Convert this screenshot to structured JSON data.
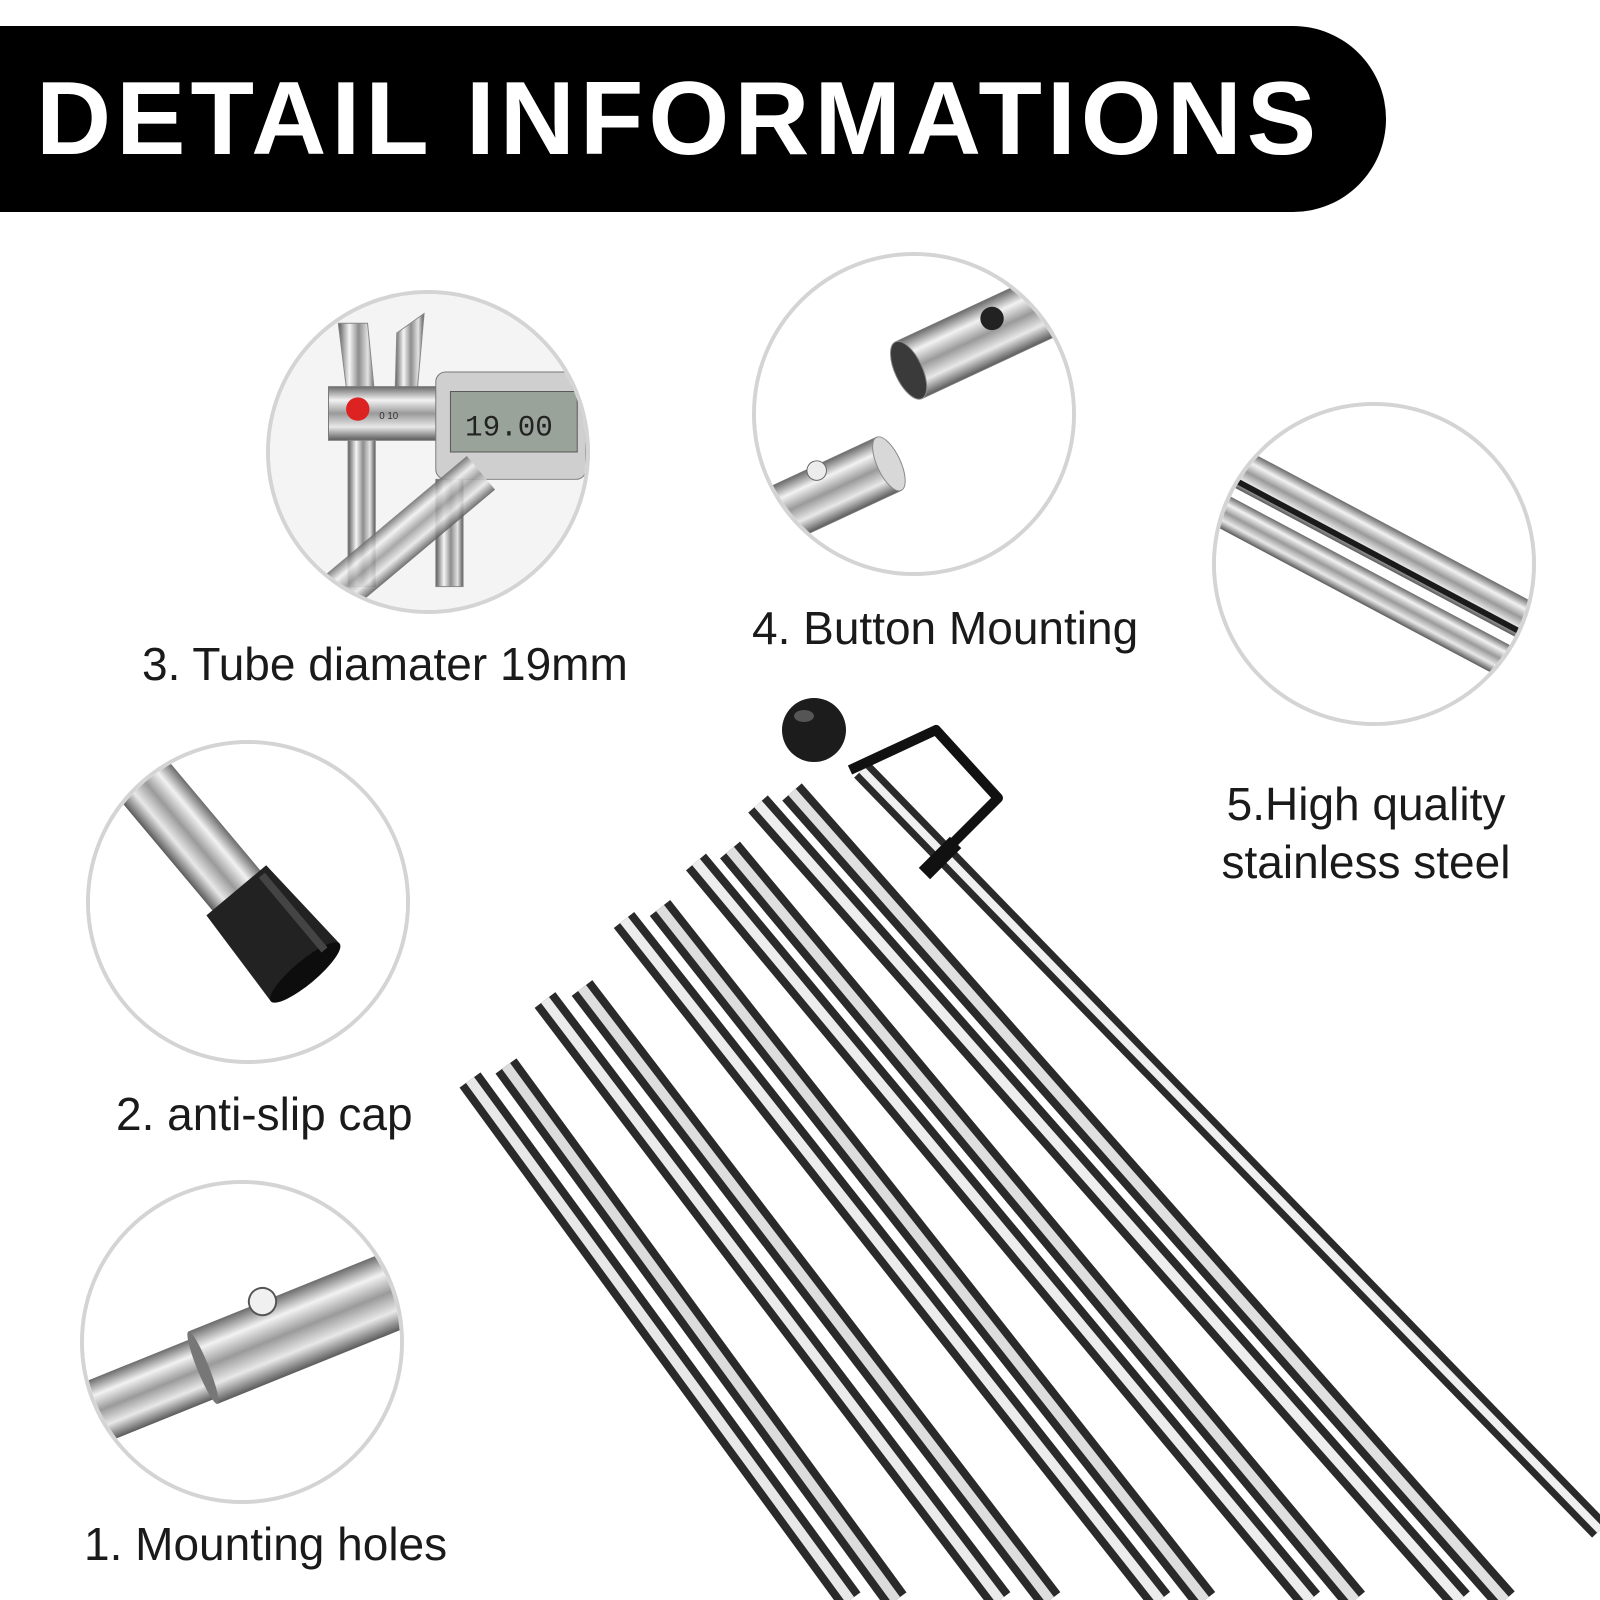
{
  "header": {
    "title": "DETAIL INFORMATIONS"
  },
  "details": [
    {
      "id": "mounting-holes",
      "label": "1. Mounting holes"
    },
    {
      "id": "anti-slip-cap",
      "label": "2. anti-slip cap"
    },
    {
      "id": "tube-diameter",
      "label": "3. Tube diamater 19mm",
      "caliper_reading": "19.00"
    },
    {
      "id": "button-mounting",
      "label": "4. Button Mounting"
    },
    {
      "id": "stainless-steel",
      "label_line1": "5.High quality",
      "label_line2": "stainless steel"
    }
  ],
  "colors": {
    "banner": "#000000",
    "banner_text": "#ffffff",
    "circle_border": "#d4d4d4",
    "caption_text": "#1a1a1a"
  }
}
